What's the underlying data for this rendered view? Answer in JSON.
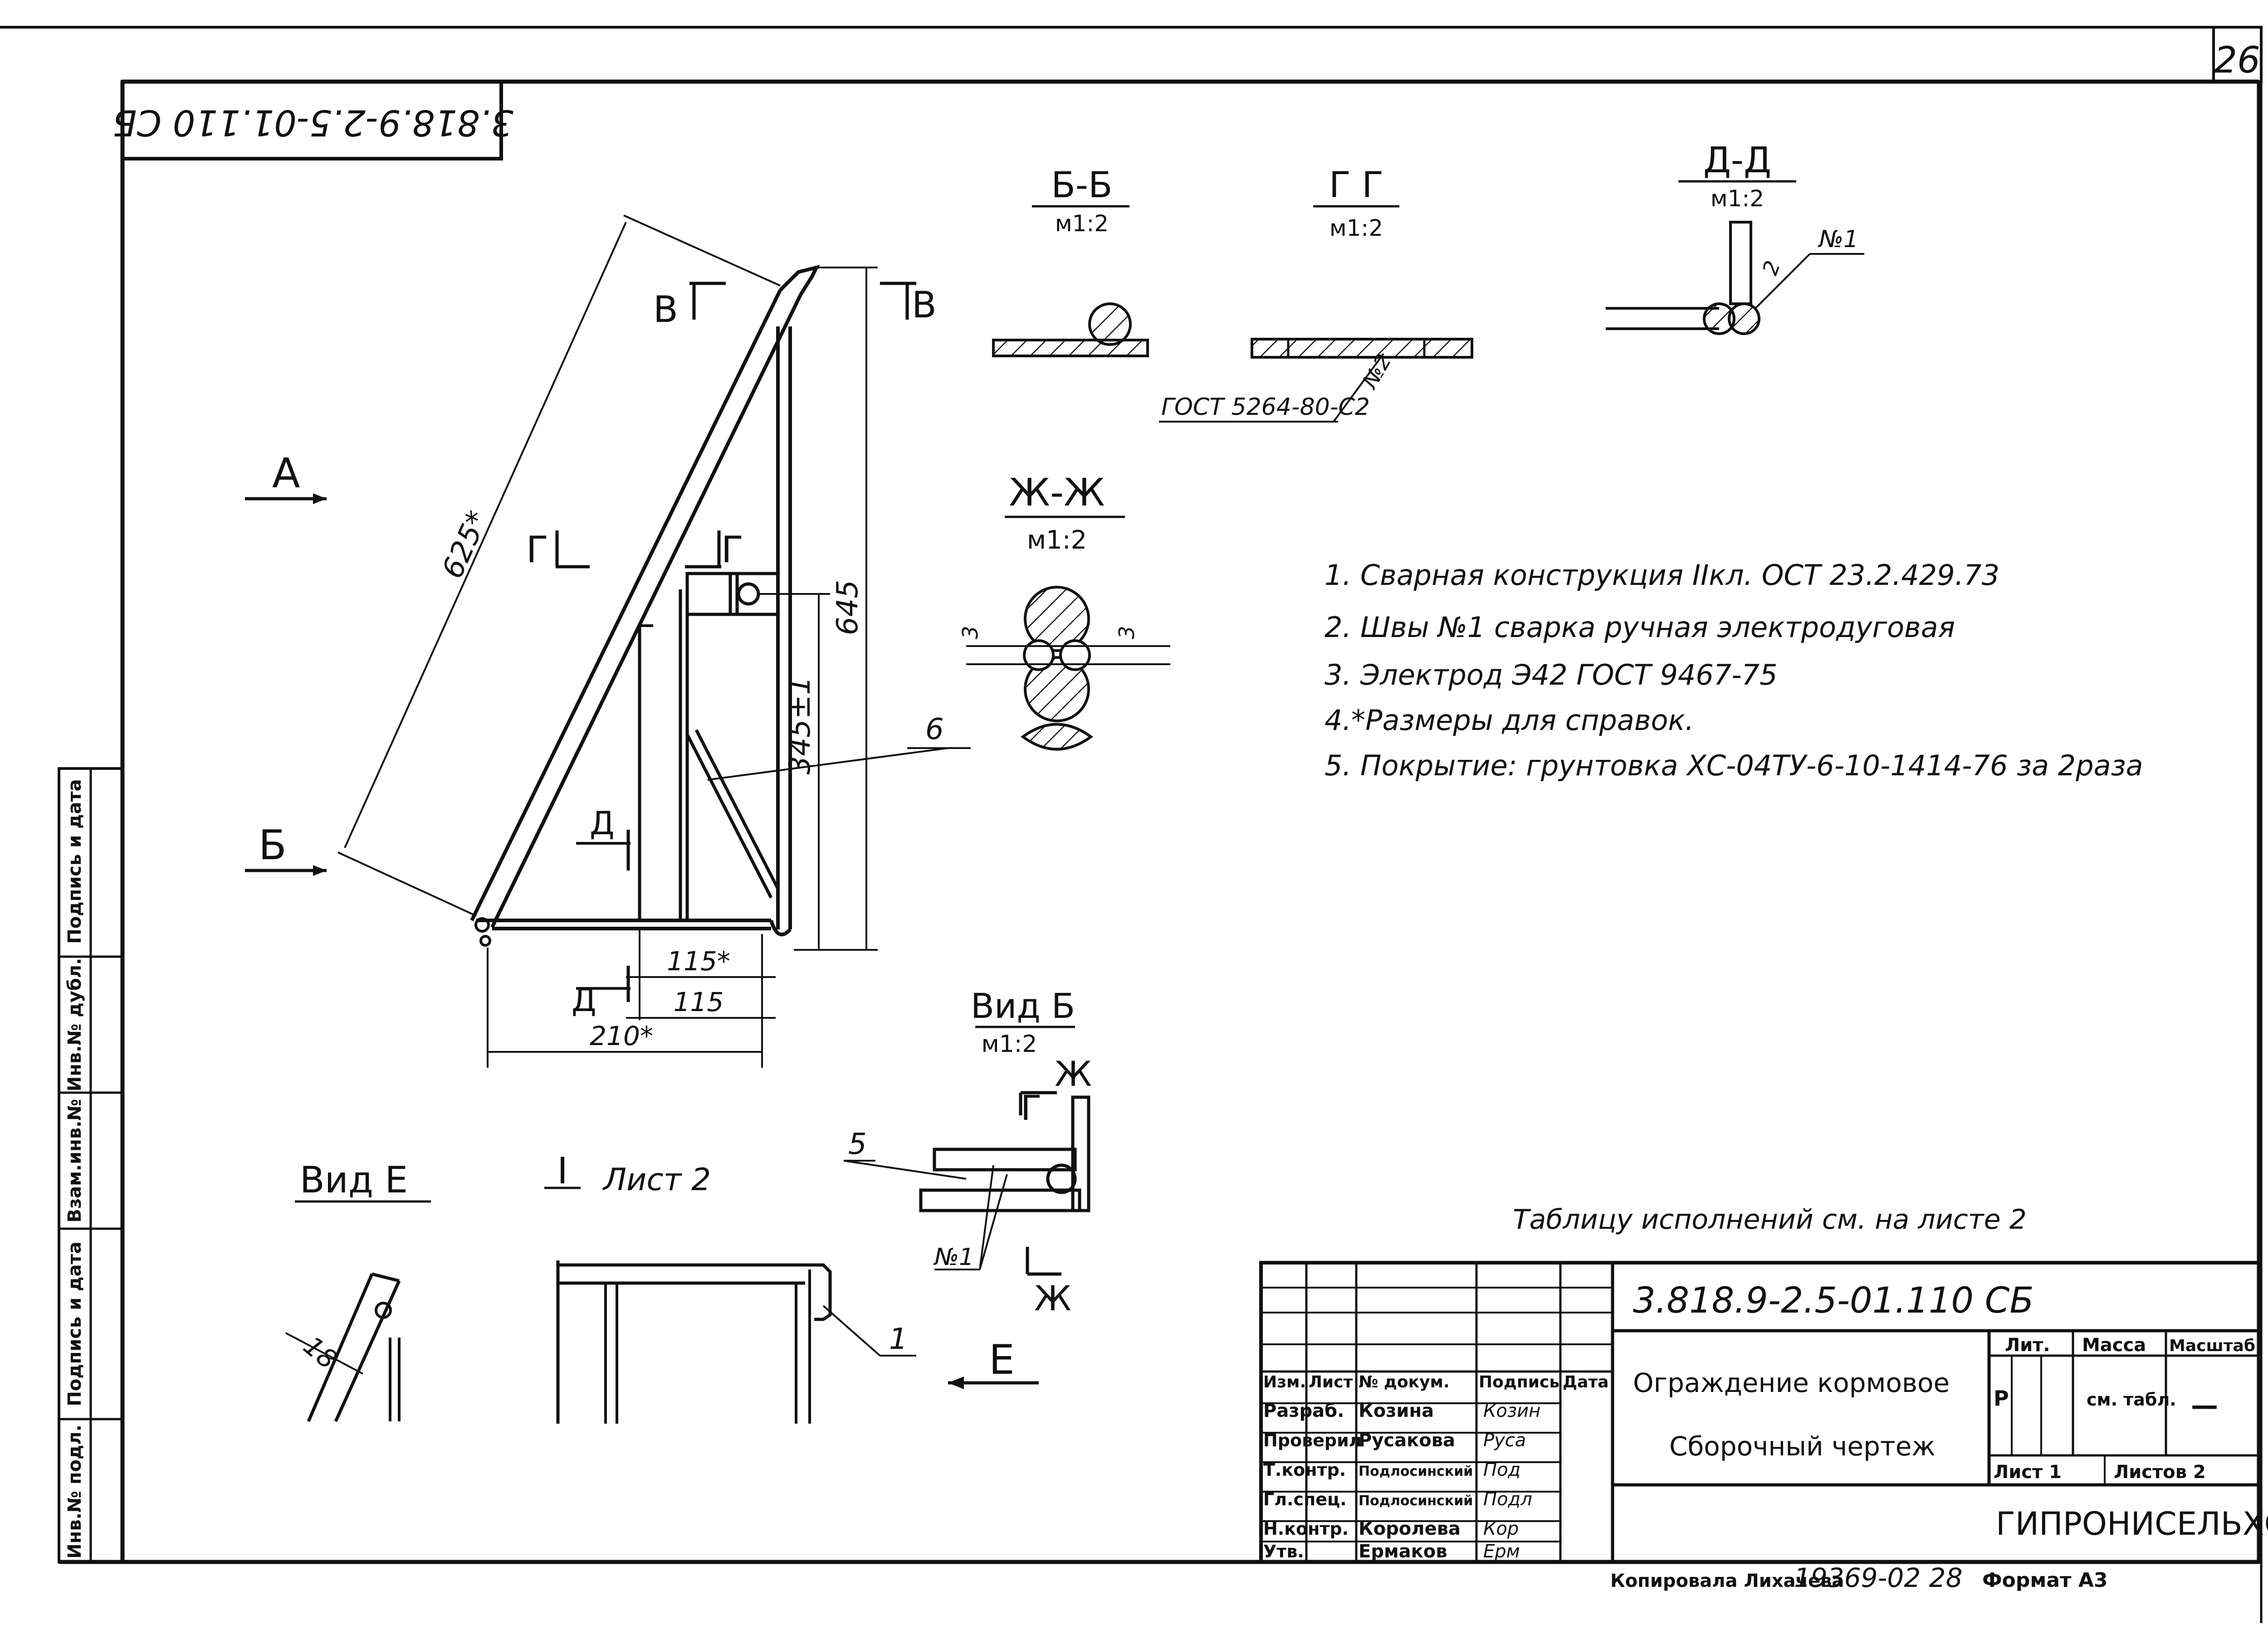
{
  "sheet_number": "26",
  "stamp_code_rotated": "3.818.9-2.5-01.110 СБ",
  "sections": {
    "bb": {
      "title": "Б-Б",
      "scale": "м1:2"
    },
    "gg": {
      "title": "Г Г",
      "scale": "м1:2"
    },
    "dd": {
      "title": "Д-Д",
      "scale": "м1:2"
    },
    "zhzh": {
      "title": "Ж-Ж",
      "scale": "м1:2"
    },
    "vid_b": {
      "title": "Вид Б",
      "scale": "м1:2"
    },
    "vid_e": {
      "title": "Вид Е"
    },
    "sheet2_ref": {
      "mark": "I",
      "text": "Лист 2"
    }
  },
  "gost_weld": "ГОСТ 5264-80-С2",
  "weld_no1": "№1",
  "weld_no2": "№2",
  "weld_no1_b": "№1",
  "cut_letters": {
    "a": "А",
    "b": "Б",
    "v_left": "В",
    "v_right": "В",
    "g_left": "Г",
    "g_right": "Г",
    "d_top": "Д",
    "d_bottom": "Д",
    "zh_top": "Ж",
    "zh_bottom": "Ж",
    "g_vid": "Г",
    "e": "Е"
  },
  "dimensions": {
    "d625": "625*",
    "d645": "645",
    "d345": "345±1",
    "d115s": "115*",
    "d115": "115",
    "d210": "210*",
    "d3a": "3",
    "d3b": "3",
    "d18": "18",
    "d2": "2"
  },
  "callouts": {
    "c6": "6",
    "c5": "5",
    "c1": "1"
  },
  "notes": [
    "1. Сварная конструкция IIкл. ОСТ 23.2.429.73",
    "2. Швы №1 сварка ручная электродуговая",
    "3. Электрод Э42 ГОСТ 9467-75",
    "4.*Размеры для справок.",
    "5. Покрытие: грунтовка ХС-04ТУ-6-10-1414-76 за 2раза"
  ],
  "table_ref": "Таблицу исполнений см. на листе 2",
  "left_margin": {
    "podpis_data_1": "Подпись и дата",
    "inv_dubl": "Инв.№ дубл.",
    "vzam_inv": "Взам.инв.№",
    "podpis_data_2": "Подпись и дата",
    "inv_podl": "Инв.№ подл."
  },
  "title_block": {
    "designation": "3.818.9-2.5-01.110 СБ",
    "name_line1": "Ограждение кормовое",
    "name_line2": "Сборочный чертеж",
    "headers": {
      "izm": "Изм.",
      "list": "Лист",
      "doc": "№ докум.",
      "podpis": "Подпись",
      "data": "Дата"
    },
    "roles": [
      {
        "role": "Разраб.",
        "name": "Козина",
        "sign": "Козин"
      },
      {
        "role": "Проверил",
        "name": "Русакова",
        "sign": "Руса"
      },
      {
        "role": "Т.контр.",
        "name": "Подлосинский",
        "sign": "Под"
      },
      {
        "role": "Гл.спец.",
        "name": "Подлосинский",
        "sign": "Подл"
      },
      {
        "role": "Н.контр.",
        "name": "Королева",
        "sign": "Кор"
      },
      {
        "role": "Утв.",
        "name": "Ермаков",
        "sign": "Ерм"
      }
    ],
    "lit_label": "Лит.",
    "massa_label": "Масса",
    "masshtab_label": "Масштаб",
    "lit_value": "Р",
    "massa_value": "см. табл.",
    "masshtab_value": "—",
    "sheet_label": "Лист 1",
    "sheets_label": "Листов 2",
    "org": "ГИПРОНИСЕЛЬХОЗ"
  },
  "footer": {
    "copied": "Копировала Лихачева",
    "number": "19369-02 28",
    "format": "Формат А3"
  }
}
